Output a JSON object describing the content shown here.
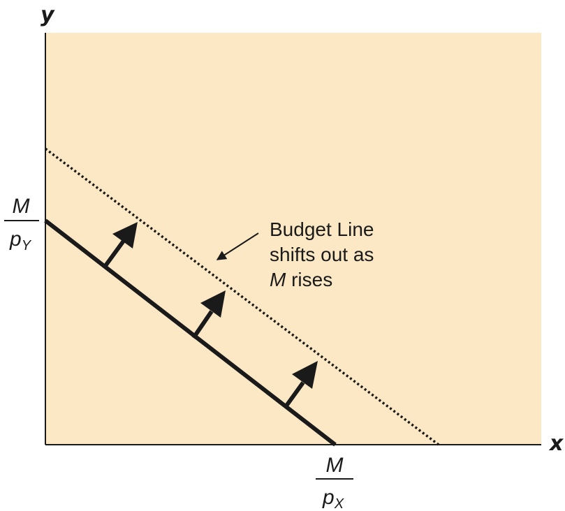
{
  "diagram": {
    "axes": {
      "y_label": "y",
      "x_label": "x"
    },
    "y_intercept_label": {
      "numerator": "M",
      "denominator_var": "p",
      "denominator_sub": "Y"
    },
    "x_intercept_label": {
      "numerator": "M",
      "denominator_var": "p",
      "denominator_sub": "X"
    },
    "annotation": {
      "line1": "Budget Line",
      "line2": "shifts out as",
      "line3_var": "M",
      "line3_rest": " rises"
    },
    "colors": {
      "plot_background": "#fce8c5",
      "ink": "#1a1a1a"
    }
  }
}
